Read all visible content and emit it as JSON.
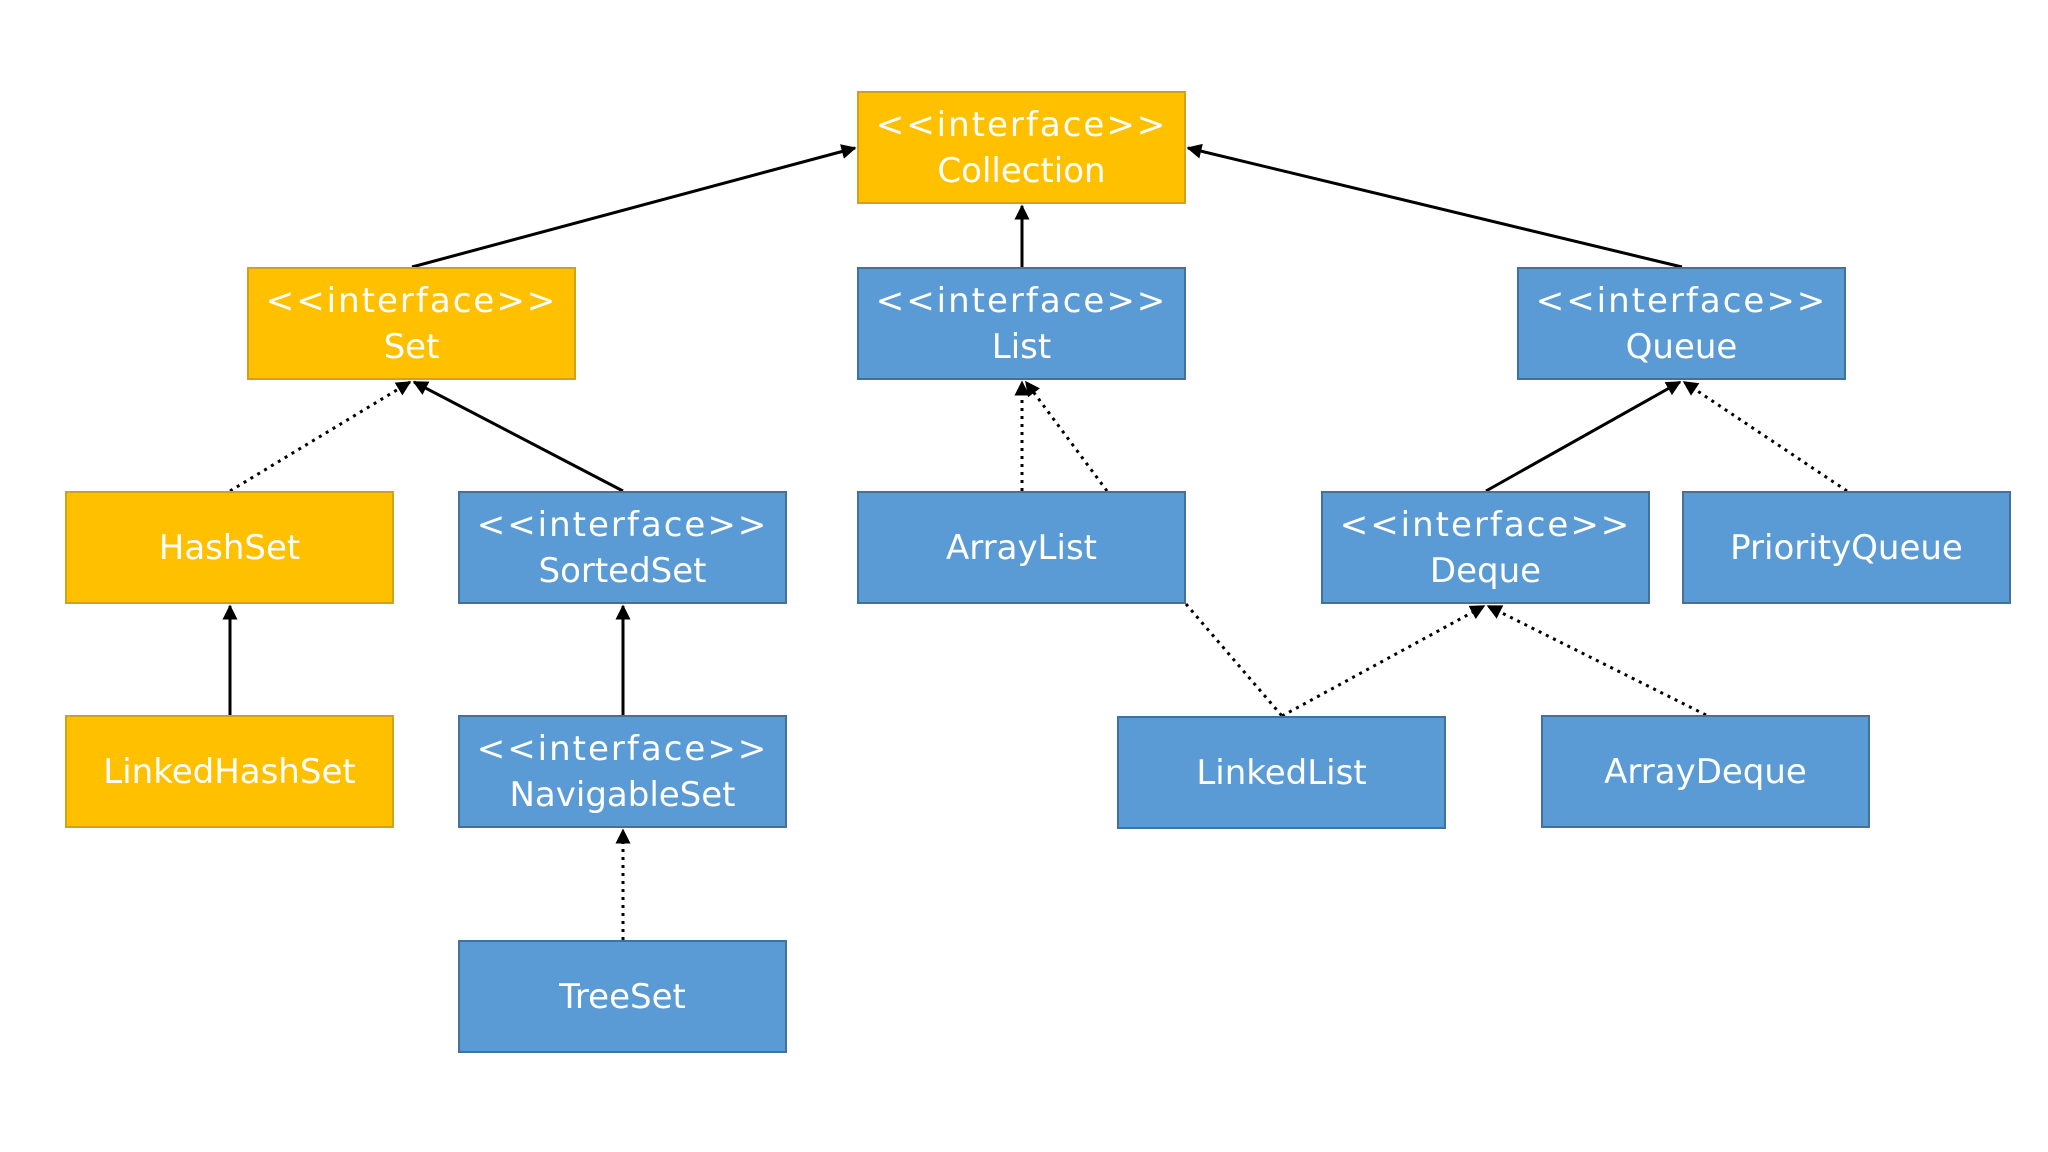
{
  "colors": {
    "interface_or_core": "#FFC000",
    "implementation": "#5B9BD5",
    "edge": "#000000"
  },
  "nodes": {
    "collection": {
      "stereotype": "<<interface>>",
      "name": "Collection",
      "color": "yellow"
    },
    "set": {
      "stereotype": "<<interface>>",
      "name": "Set",
      "color": "yellow"
    },
    "list": {
      "stereotype": "<<interface>>",
      "name": "List",
      "color": "blue"
    },
    "queue": {
      "stereotype": "<<interface>>",
      "name": "Queue",
      "color": "blue"
    },
    "hashset": {
      "name": "HashSet",
      "color": "yellow"
    },
    "sortedset": {
      "stereotype": "<<interface>>",
      "name": "SortedSet",
      "color": "blue"
    },
    "arraylist": {
      "name": "ArrayList",
      "color": "blue"
    },
    "deque": {
      "stereotype": "<<interface>>",
      "name": "Deque",
      "color": "blue"
    },
    "priorityqueue": {
      "name": "PriorityQueue",
      "color": "blue"
    },
    "linkedhashset": {
      "name": "LinkedHashSet",
      "color": "yellow"
    },
    "navigableset": {
      "stereotype": "<<interface>>",
      "name": "NavigableSet",
      "color": "blue"
    },
    "linkedlist": {
      "name": "LinkedList",
      "color": "blue"
    },
    "arraydeque": {
      "name": "ArrayDeque",
      "color": "blue"
    },
    "treeset": {
      "name": "TreeSet",
      "color": "blue"
    }
  },
  "edges": [
    {
      "from": "set",
      "to": "collection",
      "style": "solid"
    },
    {
      "from": "list",
      "to": "collection",
      "style": "solid"
    },
    {
      "from": "queue",
      "to": "collection",
      "style": "solid"
    },
    {
      "from": "hashset",
      "to": "set",
      "style": "dotted"
    },
    {
      "from": "sortedset",
      "to": "set",
      "style": "solid"
    },
    {
      "from": "arraylist",
      "to": "list",
      "style": "dotted"
    },
    {
      "from": "linkedlist",
      "to": "list",
      "style": "dotted"
    },
    {
      "from": "deque",
      "to": "queue",
      "style": "solid"
    },
    {
      "from": "priorityqueue",
      "to": "queue",
      "style": "dotted"
    },
    {
      "from": "linkedhashset",
      "to": "hashset",
      "style": "solid"
    },
    {
      "from": "navigableset",
      "to": "sortedset",
      "style": "solid"
    },
    {
      "from": "linkedlist",
      "to": "deque",
      "style": "dotted"
    },
    {
      "from": "arraydeque",
      "to": "deque",
      "style": "dotted"
    },
    {
      "from": "treeset",
      "to": "navigableset",
      "style": "dotted"
    }
  ]
}
